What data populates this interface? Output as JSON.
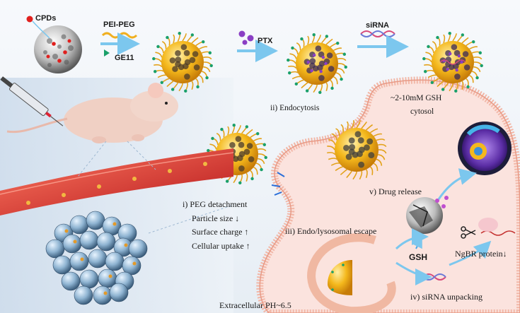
{
  "legend": {
    "cpds": "CPDs",
    "pei_peg": "PEI-PEG",
    "ge11": "GE11",
    "ptx": "PTX",
    "sirna": "siRNA"
  },
  "steps": {
    "endocytosis": "ii) Endocytosis",
    "gsh_cytosol": "~2-10mM GSH",
    "cytosol": "cytosol",
    "peg_detachment": "i) PEG detachment",
    "particle_size": "Particle size ↓",
    "surface_charge": "Surface charge ↑",
    "cellular_uptake": "Cellular uptake ↑",
    "drug_release": "v) Drug release",
    "escape": "iii) Endo/lysosomal escape",
    "gsh": "GSH",
    "ngbr": "NgBR protein↓",
    "unpacking": "iv) siRNA unpacking",
    "extracellular": "Extracellular PH~6.5"
  },
  "colors": {
    "cpd_dot": "#e0201e",
    "peg": "#f0b020",
    "ge11": "#1aa06a",
    "ptx": "#8a3fc4",
    "arrow": "#7cc7ee",
    "membrane": "#f2b8a8",
    "cell_fill": "#fbe3de",
    "particle_core": "#f4b81c"
  },
  "icons": [
    "syringe-icon",
    "mouse-icon",
    "blood-vessel-icon",
    "tumor-icon",
    "nucleus-icon",
    "scissors-icon",
    "sirna-helix-icon",
    "endosome-icon"
  ]
}
